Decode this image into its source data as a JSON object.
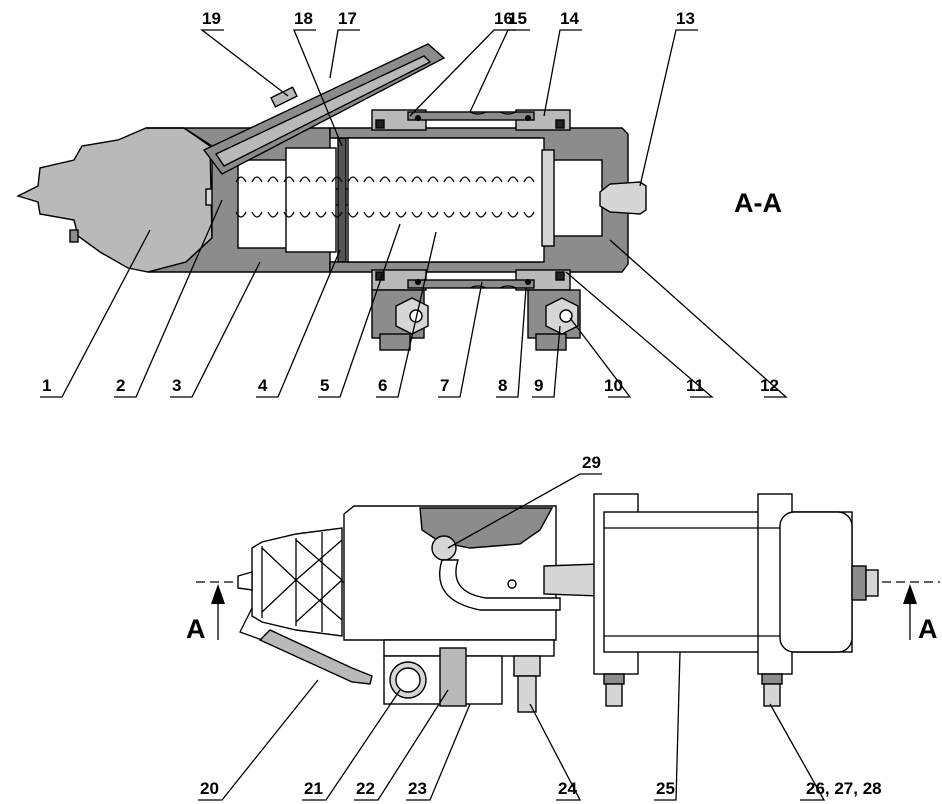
{
  "section_label": "A-A",
  "section_marks": {
    "left": "A",
    "right": "A"
  },
  "callouts_top": [
    "1",
    "2",
    "3",
    "4",
    "5",
    "6",
    "7",
    "8",
    "9",
    "10",
    "11",
    "12",
    "13",
    "14",
    "15",
    "16",
    "17",
    "18",
    "19"
  ],
  "callouts_bottom": [
    "20",
    "21",
    "22",
    "23",
    "24",
    "25",
    "26, 27, 28",
    "29"
  ],
  "colors": {
    "dark_grey": "#8c8c8c",
    "mid_grey": "#b9b9b9",
    "light_grey": "#d6d6d6",
    "line": "#000000",
    "background": "#ffffff"
  }
}
